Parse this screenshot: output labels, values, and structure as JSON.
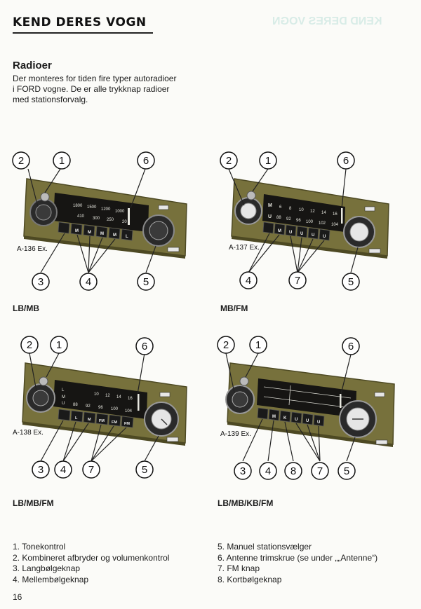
{
  "page": {
    "header_title": "KEND DERES VOGN",
    "header_ghost": "KEND DERES VOGN",
    "section_title": "Radioer",
    "intro_lines": [
      "Der monteres for tiden fire typer autoradioer",
      "i FORD vogne. De er alle trykknap radioer",
      "med stationsforvalg."
    ],
    "page_number": "16"
  },
  "radios": [
    {
      "model": "A-136 Ex.",
      "caption": "LB/MB",
      "dial_top": [
        "1800",
        "1500",
        "1200",
        "1000"
      ],
      "dial_bottom": [
        "410",
        "300",
        "250",
        "20"
      ],
      "button_letters": [
        "",
        "M",
        "M",
        "M",
        "M",
        "L"
      ],
      "callouts_top": [
        "2",
        "1",
        "6"
      ],
      "callouts_bottom": [
        "3",
        "4",
        "5"
      ]
    },
    {
      "model": "A-137 Ex.",
      "caption": "MB/FM",
      "band_letters": [
        "M",
        "U"
      ],
      "dial_top": [
        "6",
        "8",
        "10",
        "12",
        "14",
        "16"
      ],
      "dial_bottom": [
        "88",
        "92",
        "96",
        "100",
        "102",
        "104"
      ],
      "button_letters": [
        "",
        "M",
        "U",
        "U",
        "U",
        "U"
      ],
      "callouts_top": [
        "2",
        "1",
        "6"
      ],
      "callouts_bottom": [
        "4",
        "7",
        "5"
      ]
    },
    {
      "model": "A-138 Ex.",
      "caption": "LB/MB/FM",
      "dial_top": [
        "L",
        "M",
        "10",
        "12",
        "14",
        "16"
      ],
      "dial_bottom": [
        "U",
        "88",
        "92",
        "96",
        "100",
        "104"
      ],
      "button_letters": [
        "",
        "L",
        "M",
        "FM",
        "FM",
        "FM"
      ],
      "callouts_top": [
        "2",
        "1",
        "6"
      ],
      "callouts_bottom": [
        "3",
        "4",
        "7",
        "5"
      ]
    },
    {
      "model": "A-139 Ex.",
      "caption": "LB/MB/KB/FM",
      "dial_top": [],
      "dial_bottom": [],
      "button_letters": [
        "",
        "M",
        "K",
        "U",
        "U",
        "U"
      ],
      "callouts_top": [
        "2",
        "1",
        "6"
      ],
      "callouts_bottom": [
        "3",
        "4",
        "8",
        "7",
        "5"
      ]
    }
  ],
  "legend_left": [
    "1.  Tonekontrol",
    "2.  Kombineret afbryder og volumenkontrol",
    "3.  Langbølgeknap",
    "4.  Mellembølgeknap"
  ],
  "legend_right": [
    "5.  Manuel stationsvælger",
    "6.  Antenne trimskrue (se under „„Antenne“)",
    "7.  FM knap",
    "8.  Kortbølgeknap"
  ],
  "colors": {
    "panel": "#77713c",
    "panel_dark": "#4d4923",
    "display": "#161513",
    "knob": "#2a2a2a",
    "ghost_text": "#d8ece7"
  }
}
